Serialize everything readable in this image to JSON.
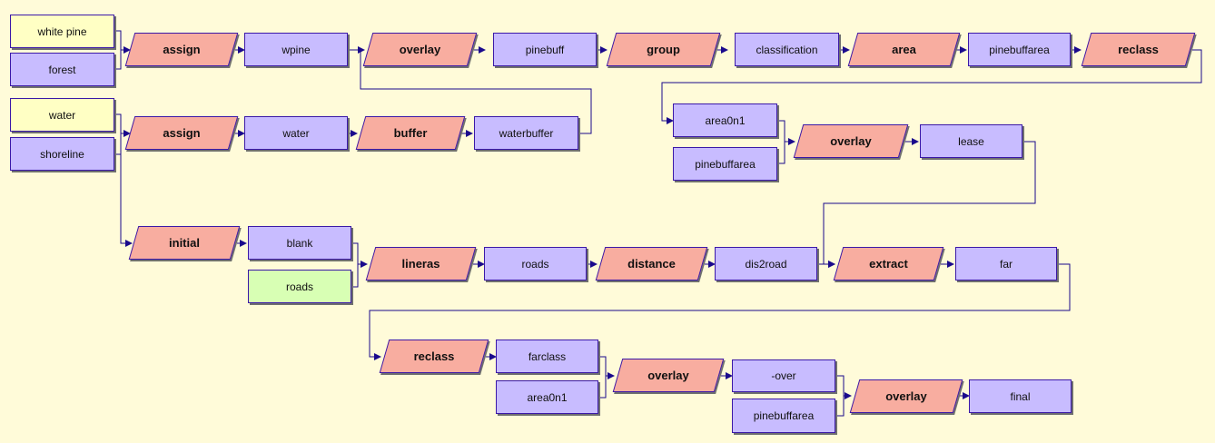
{
  "nodes": {
    "white_pine": "white pine",
    "forest": "forest",
    "water_in": "water",
    "shoreline": "shoreline",
    "assign1": "assign",
    "wpine": "wpine",
    "overlay1": "overlay",
    "pinebuff": "pinebuff",
    "group": "group",
    "classification": "classification",
    "area": "area",
    "pinebuffarea1": "pinebuffarea",
    "reclass1": "reclass",
    "assign2": "assign",
    "water": "water",
    "buffer": "buffer",
    "waterbuffer": "waterbuffer",
    "area0n1_a": "area0n1",
    "pinebuffarea2": "pinebuffarea",
    "overlay2": "overlay",
    "lease": "lease",
    "initial": "initial",
    "blank": "blank",
    "roads_in": "roads",
    "lineras": "lineras",
    "roads": "roads",
    "distance": "distance",
    "dis2road": "dis2road",
    "extract": "extract",
    "far": "far",
    "reclass2": "reclass",
    "farclass": "farclass",
    "area0n1_b": "area0n1",
    "overlay3": "overlay",
    "over": "-over",
    "pinebuffarea3": "pinebuffarea",
    "overlay4": "overlay",
    "final": "final"
  },
  "colors": {
    "background": "#fffbd9",
    "data": "#c8bcff",
    "process": "#f8ada0",
    "input": "#ffffc4",
    "input_green": "#d8ffb4",
    "line": "#1a0a8c"
  }
}
